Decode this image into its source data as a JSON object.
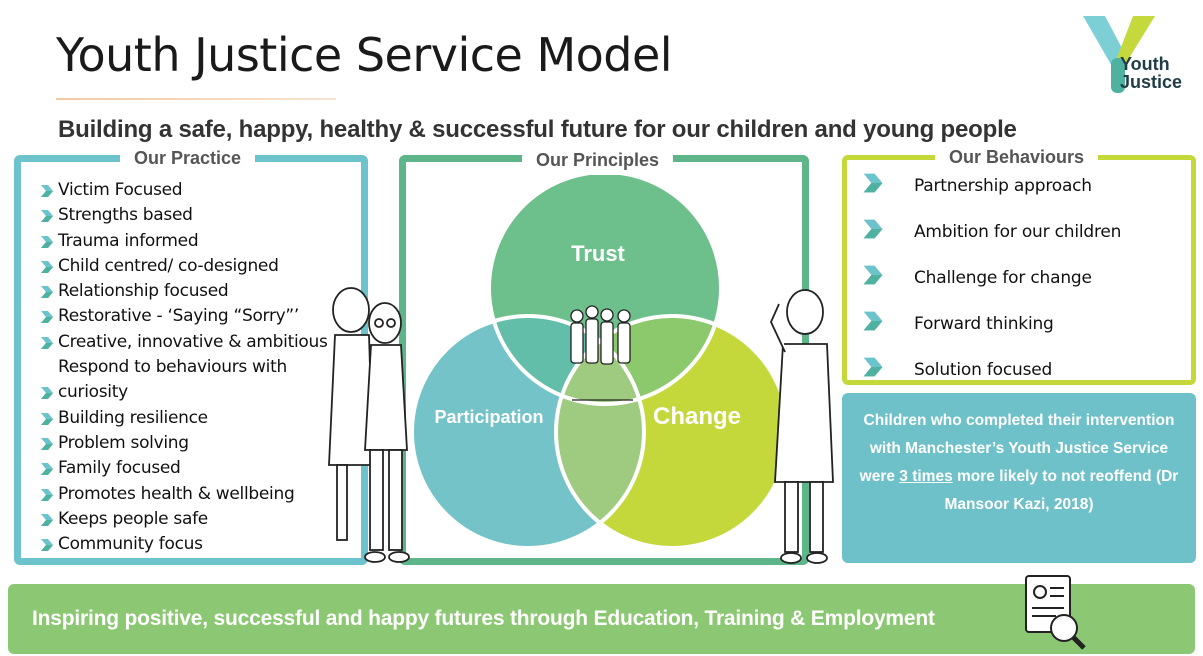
{
  "header": {
    "title": "Youth Justice Service Model",
    "subtitle": "Building a safe, happy, healthy & successful future for our children and young people",
    "logo": {
      "line1": "Youth",
      "line2": "Justice",
      "colors": [
        "#7dcfd6",
        "#4fb1a0",
        "#c6d93c"
      ]
    }
  },
  "practice": {
    "heading": "Our Practice",
    "items": [
      {
        "text": "Victim Focused",
        "bullet": true
      },
      {
        "text": "Strengths based",
        "bullet": true
      },
      {
        "text": "Trauma informed",
        "bullet": true
      },
      {
        "text": "Child centred/ co-designed",
        "bullet": true
      },
      {
        "text": "Relationship focused",
        "bullet": true
      },
      {
        "text": "Restorative - ‘Saying “Sorry”’",
        "bullet": true
      },
      {
        "text": "Creative, innovative & ambitious",
        "bullet": true
      },
      {
        "text": "Respond to behaviours with",
        "bullet": false
      },
      {
        "text": "curiosity",
        "bullet": true
      },
      {
        "text": "Building resilience",
        "bullet": true
      },
      {
        "text": "Problem solving",
        "bullet": true
      },
      {
        "text": "Family focused",
        "bullet": true
      },
      {
        "text": "Promotes health & wellbeing",
        "bullet": true
      },
      {
        "text": "Keeps people safe",
        "bullet": true
      },
      {
        "text": "Community focus",
        "bullet": true
      }
    ]
  },
  "principles": {
    "heading": "Our Principles",
    "circles": [
      {
        "label": "Trust",
        "color": "#6dbf8c"
      },
      {
        "label": "Participation",
        "color": "#74c3c9"
      },
      {
        "label": "Change",
        "color": "#c4d83c"
      }
    ]
  },
  "behaviours": {
    "heading": "Our Behaviours",
    "items": [
      "Partnership approach",
      "Ambition for our children",
      "Challenge for change",
      "Forward thinking",
      "Solution focused"
    ]
  },
  "stat": {
    "before": "Children who completed their intervention with Manchester’s Youth Justice Service were ",
    "emphasis": "3 times",
    "after": " more likely to not reoffend (Dr Mansoor Kazi, 2018)"
  },
  "banner": {
    "text": "Inspiring positive, successful and happy futures through Education, Training & Employment"
  },
  "colors": {
    "practice_border": "#6cc3cb",
    "principles_border": "#5fb58a",
    "behaviours_border": "#c5d83a",
    "stat_bg": "#6ec1c9",
    "banner_bg": "#8cc873",
    "chevron": "#6cc3cb"
  }
}
